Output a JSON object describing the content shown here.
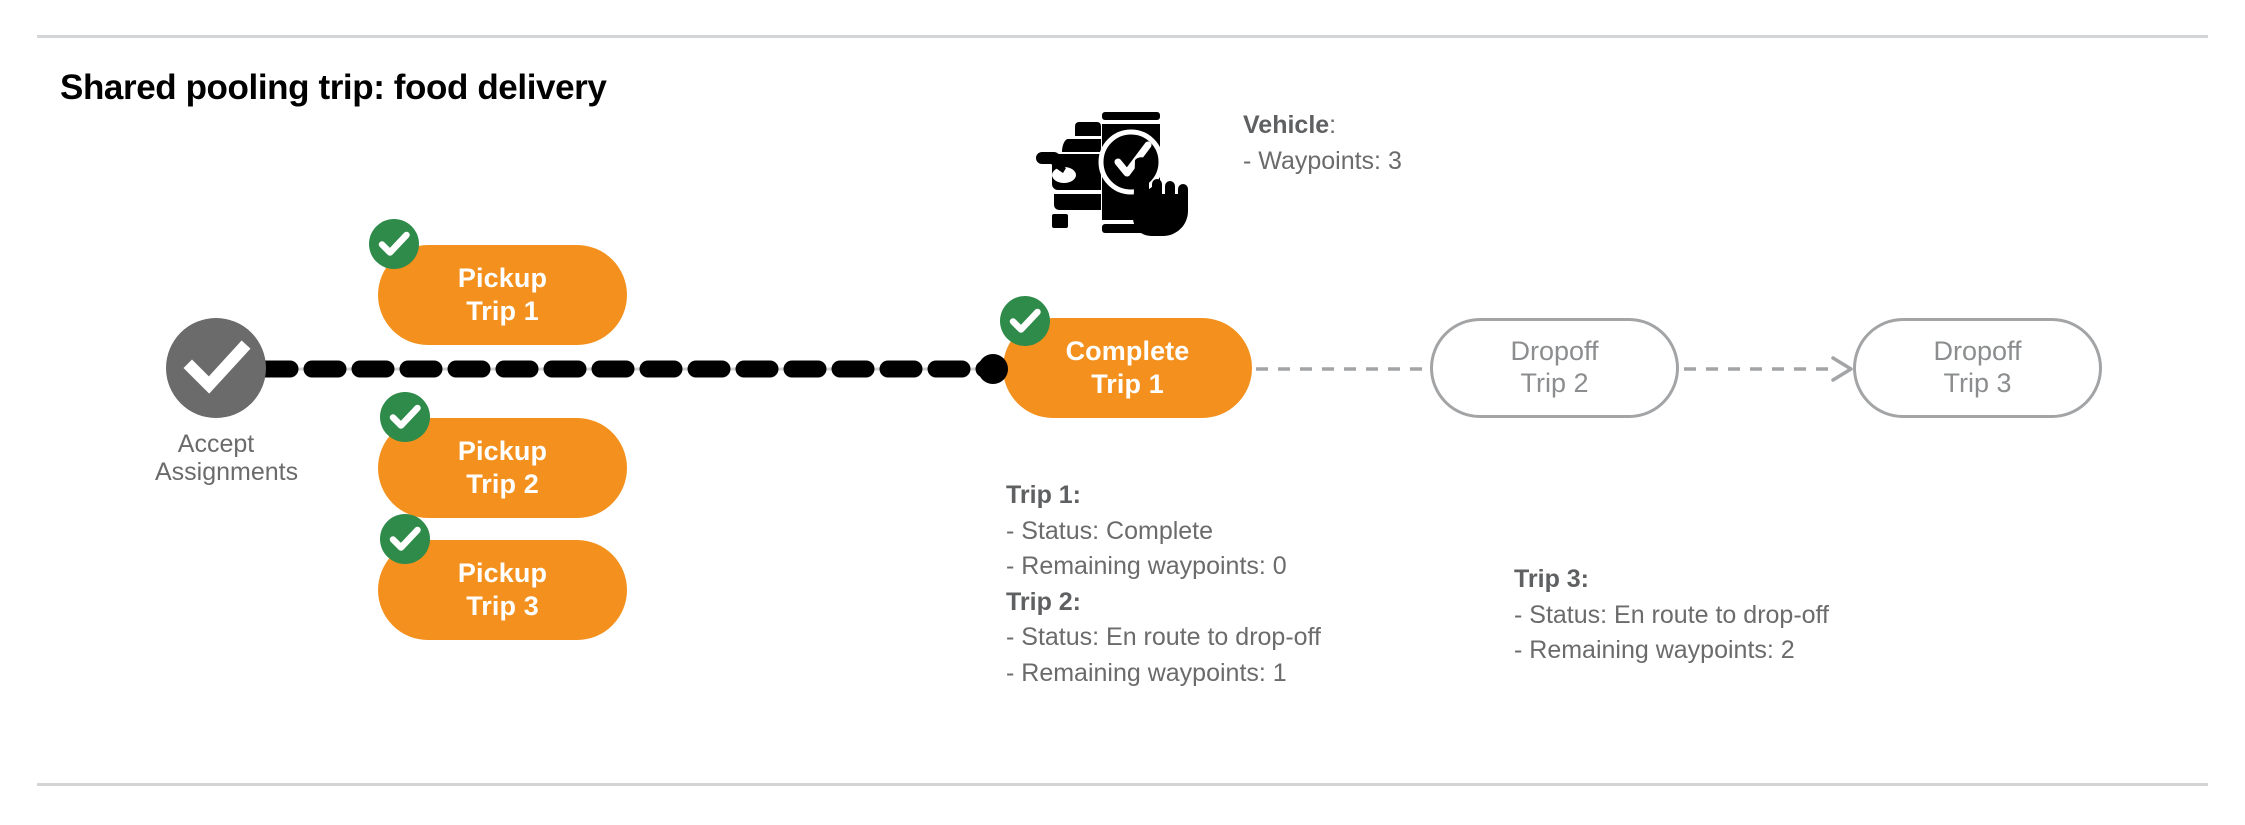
{
  "page": {
    "title": "Shared pooling trip: food delivery",
    "background": "#ffffff",
    "rule_color": "#d4d5d7"
  },
  "colors": {
    "orange": "#f4911e",
    "green": "#2e8b4a",
    "gray_node": "#6b6b6b",
    "gray_outline": "#a2a4a6",
    "gray_text": "#6b6b6b",
    "black": "#000000"
  },
  "start_node": {
    "name": "accept-assignments",
    "label_line1": "Accept",
    "label_line2": "Assignments",
    "icon": "check-circle-icon",
    "state": "done"
  },
  "flow": {
    "pickups": [
      {
        "line1": "Pickup",
        "line2": "Trip 1",
        "badge": "check-badge-icon",
        "state": "complete"
      },
      {
        "line1": "Pickup",
        "line2": "Trip 2",
        "badge": "check-badge-icon",
        "state": "complete"
      },
      {
        "line1": "Pickup",
        "line2": "Trip 3",
        "badge": "check-badge-icon",
        "state": "complete"
      }
    ],
    "complete_node": {
      "line1": "Complete",
      "line2": "Trip 1",
      "badge": "check-badge-icon",
      "state": "complete"
    },
    "dropoffs": [
      {
        "line1": "Dropoff",
        "line2": "Trip 2",
        "state": "pending"
      },
      {
        "line1": "Dropoff",
        "line2": "Trip 3",
        "state": "pending"
      }
    ]
  },
  "vehicle": {
    "icon": "car-phone-check-icon",
    "heading": "Vehicle",
    "heading_suffix": ":",
    "lines": [
      "- Waypoints: 3"
    ]
  },
  "trip_details": {
    "left_block": [
      {
        "heading": "Trip 1:",
        "lines": [
          "- Status:  Complete",
          "- Remaining waypoints: 0"
        ]
      },
      {
        "heading": "Trip 2:",
        "lines": [
          "- Status:  En route to drop-off",
          "- Remaining waypoints: 1"
        ]
      }
    ],
    "right_block": [
      {
        "heading": "Trip 3:",
        "lines": [
          "- Status:  En route to drop-off",
          "- Remaining waypoints: 2"
        ]
      }
    ]
  }
}
